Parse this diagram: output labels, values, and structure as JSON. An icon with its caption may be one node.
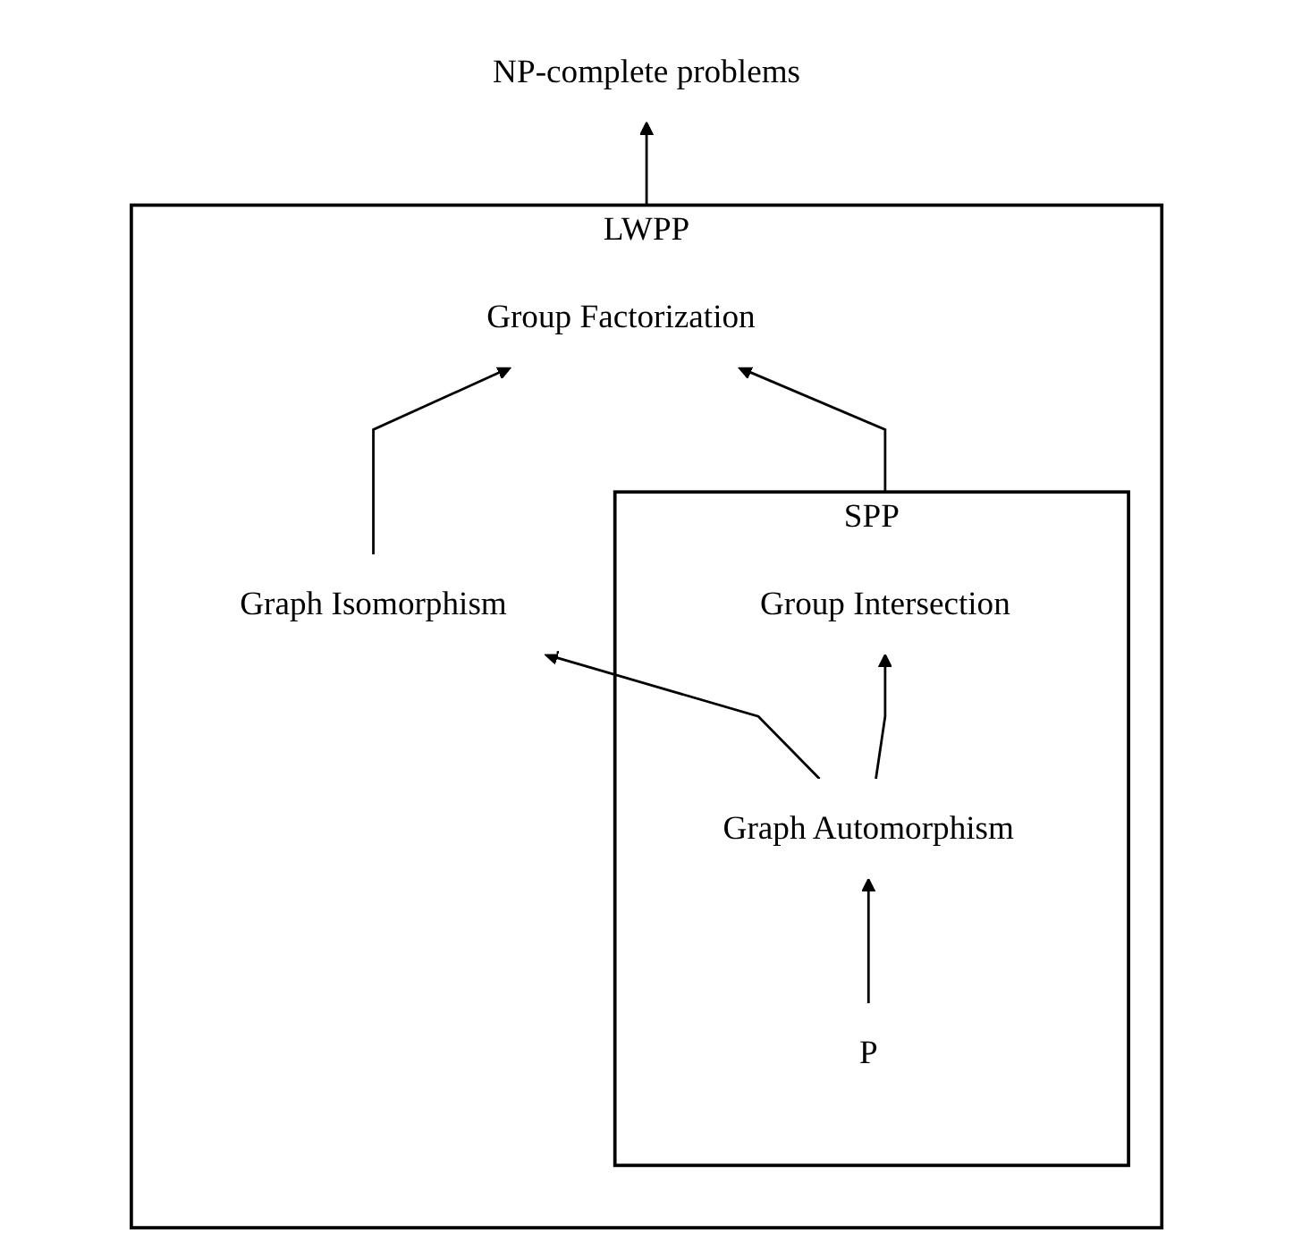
{
  "diagram": {
    "nodes": [
      {
        "text": [
          "NP-complete problems"
        ]
      },
      {
        "text": [
          "LWPP"
        ]
      },
      {
        "text": [
          "Group Factorization"
        ],
        "in": 1
      },
      {
        "text": [
          "SPP"
        ],
        "in": 1
      },
      {
        "text": [
          "Group Intersection"
        ],
        "in": 3
      },
      {
        "text": [
          "Graph Isomorphism"
        ],
        "in": 1
      },
      {
        "text": [
          "Graph Automorphism"
        ],
        "in": 3
      },
      {
        "text": [
          "P"
        ],
        "in": 3
      }
    ],
    "edges": [
      {
        "from": 1,
        "to": 0,
        "arrow": "to"
      },
      {
        "from": 3,
        "to": 2,
        "arrow": "to"
      },
      {
        "from": 5,
        "to": 2,
        "arrow": "to"
      },
      {
        "from": 6,
        "to": 4,
        "arrow": "to"
      },
      {
        "from": 6,
        "to": 5,
        "arrow": "to"
      },
      {
        "from": 7,
        "to": 6,
        "arrow": "to"
      }
    ]
  }
}
